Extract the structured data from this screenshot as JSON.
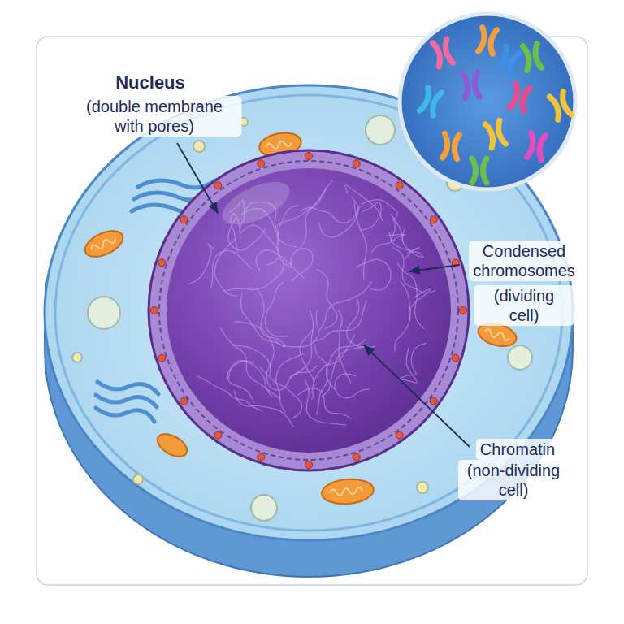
{
  "diagram": {
    "labels": [
      "Nucleus",
      "(double membrane with pores)",
      "Condensed chromosomes",
      "(dividing cell)",
      "Chromatin",
      "(non-dividing cell)"
    ]
  }
}
